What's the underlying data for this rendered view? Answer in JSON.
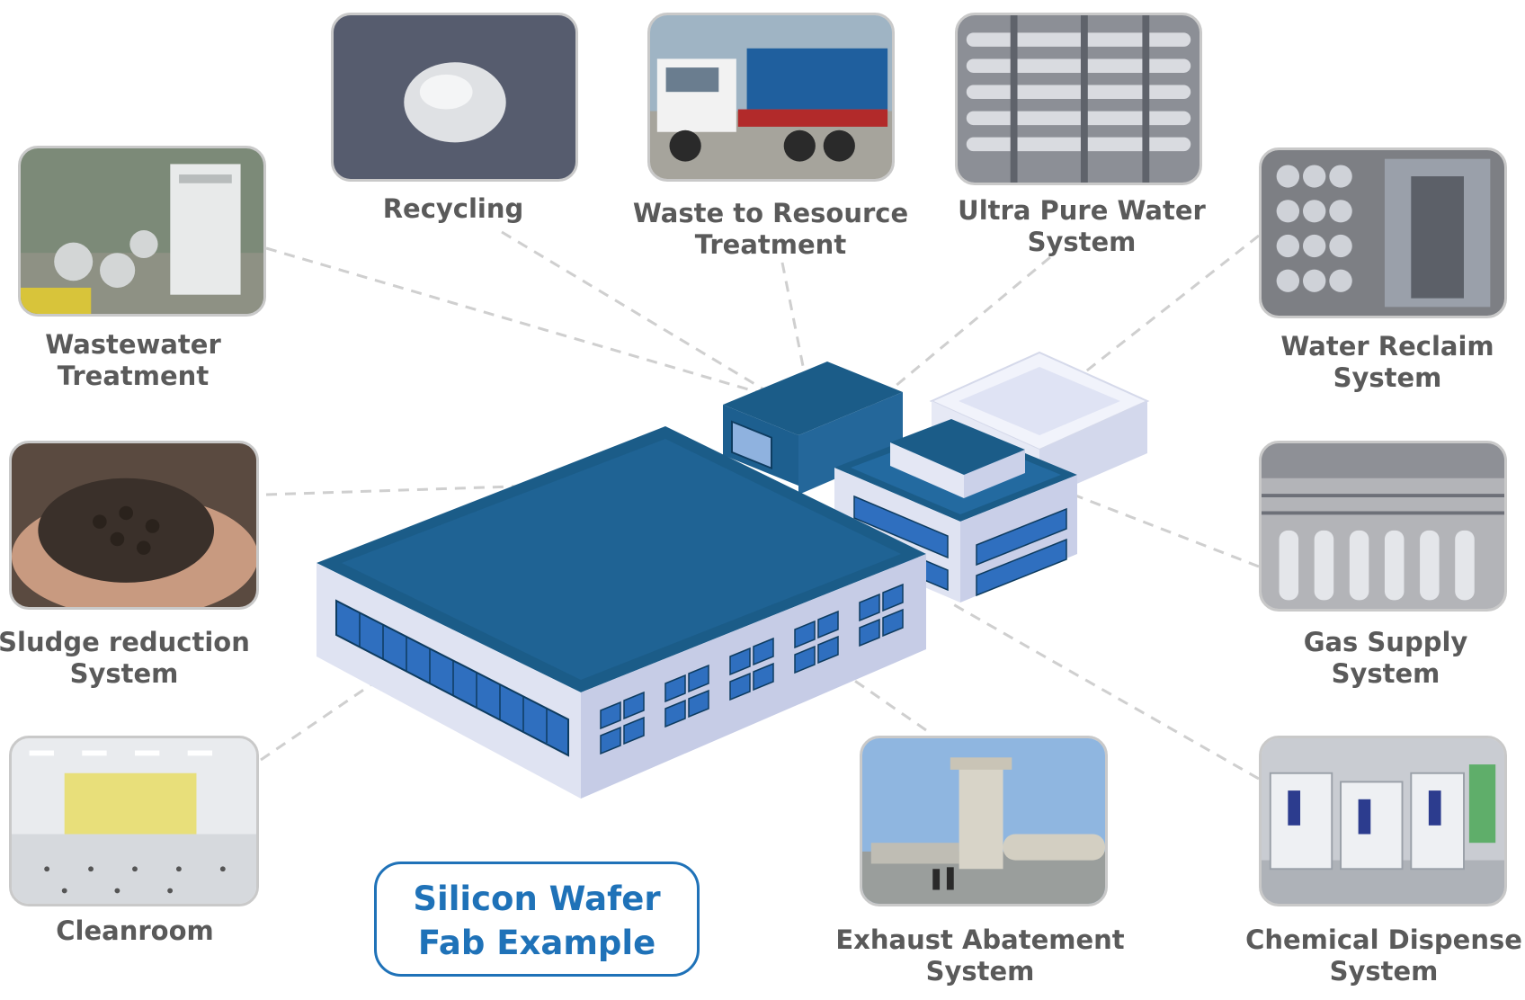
{
  "title": {
    "line1": "Silicon Wafer",
    "line2": "Fab Example"
  },
  "colors": {
    "roof": "#1b5c88",
    "roof_edge": "#2e7cb0",
    "wall": "#dfe3f2",
    "wall_shade": "#c3c9e4",
    "connector": "#cfcfcf",
    "title": "#1f72b8",
    "label": "#5a5a5a"
  },
  "items": {
    "recycling": {
      "line1": "Recycling"
    },
    "waste_to_resource": {
      "line1": "Waste to Resource",
      "line2": "Treatment"
    },
    "ultra_pure_water": {
      "line1": "Ultra Pure Water",
      "line2": "System"
    },
    "wastewater": {
      "line1": "Wastewater",
      "line2": "Treatment"
    },
    "water_reclaim": {
      "line1": "Water Reclaim",
      "line2": "System"
    },
    "sludge": {
      "line1": "Sludge reduction",
      "line2": "System"
    },
    "gas_supply": {
      "line1": "Gas Supply",
      "line2": "System"
    },
    "cleanroom": {
      "line1": "Cleanroom"
    },
    "exhaust": {
      "line1": "Exhaust Abatement",
      "line2": "System"
    },
    "chemical": {
      "line1": "Chemical Dispense",
      "line2": "System"
    }
  }
}
